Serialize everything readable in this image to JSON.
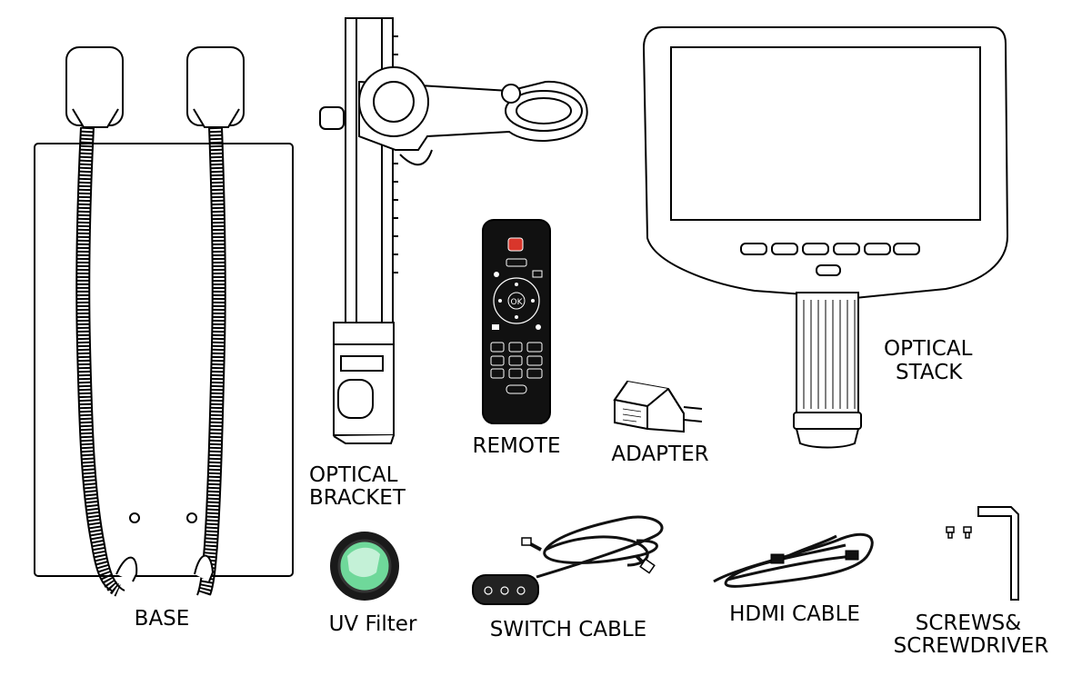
{
  "colors": {
    "ink": "#000000",
    "background": "#ffffff",
    "remote_power_button": "#d9362b",
    "uv_lens_tint": "#6fd89a"
  },
  "labels": {
    "base": "BASE",
    "optical_bracket_line1": "OPTICAL",
    "optical_bracket_line2": "BRACKET",
    "remote": "REMOTE",
    "adapter": "ADAPTER",
    "optical_stack_line1": "OPTICAL",
    "optical_stack_line2": "STACK",
    "uv_filter": "UV Filter",
    "switch_cable": "SWITCH CABLE",
    "hdmi_cable": "HDMI CABLE",
    "screws_line1": "SCREWS&",
    "screws_line2": "SCREWDRIVER"
  },
  "remote_buttons": {
    "ok": "OK"
  }
}
